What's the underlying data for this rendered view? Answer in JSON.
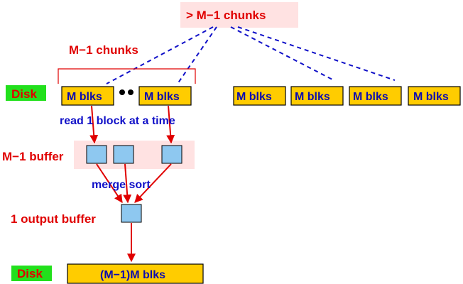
{
  "colors": {
    "disk_label_bg": "#22e01c",
    "block_fill": "#ffcc00",
    "block_border": "#000000",
    "block_text": "#0b0bb0",
    "buffer_fill": "#8ec8f0",
    "buffer_region": "#ffe2e2",
    "red_text": "#e00000",
    "blue_text": "#1010c8",
    "arrow": "#e00000",
    "dashed_line": "#1010c8"
  },
  "top": {
    "chunks_label": "> M−1 chunks"
  },
  "left_group": {
    "brace_label": "M−1 chunks",
    "disk_label": "Disk",
    "block_first": "M blks",
    "block_last": "M blks",
    "read_label": "read 1 block at a time"
  },
  "right_blocks": {
    "labels": [
      "M blks",
      "M blks",
      "M blks",
      "M blks"
    ]
  },
  "buffers": {
    "label": "M−1 buffer",
    "merge_label": "merge sort",
    "output_label": "1 output buffer"
  },
  "bottom": {
    "disk_label": "Disk",
    "result_label": "(M−1)M blks"
  }
}
